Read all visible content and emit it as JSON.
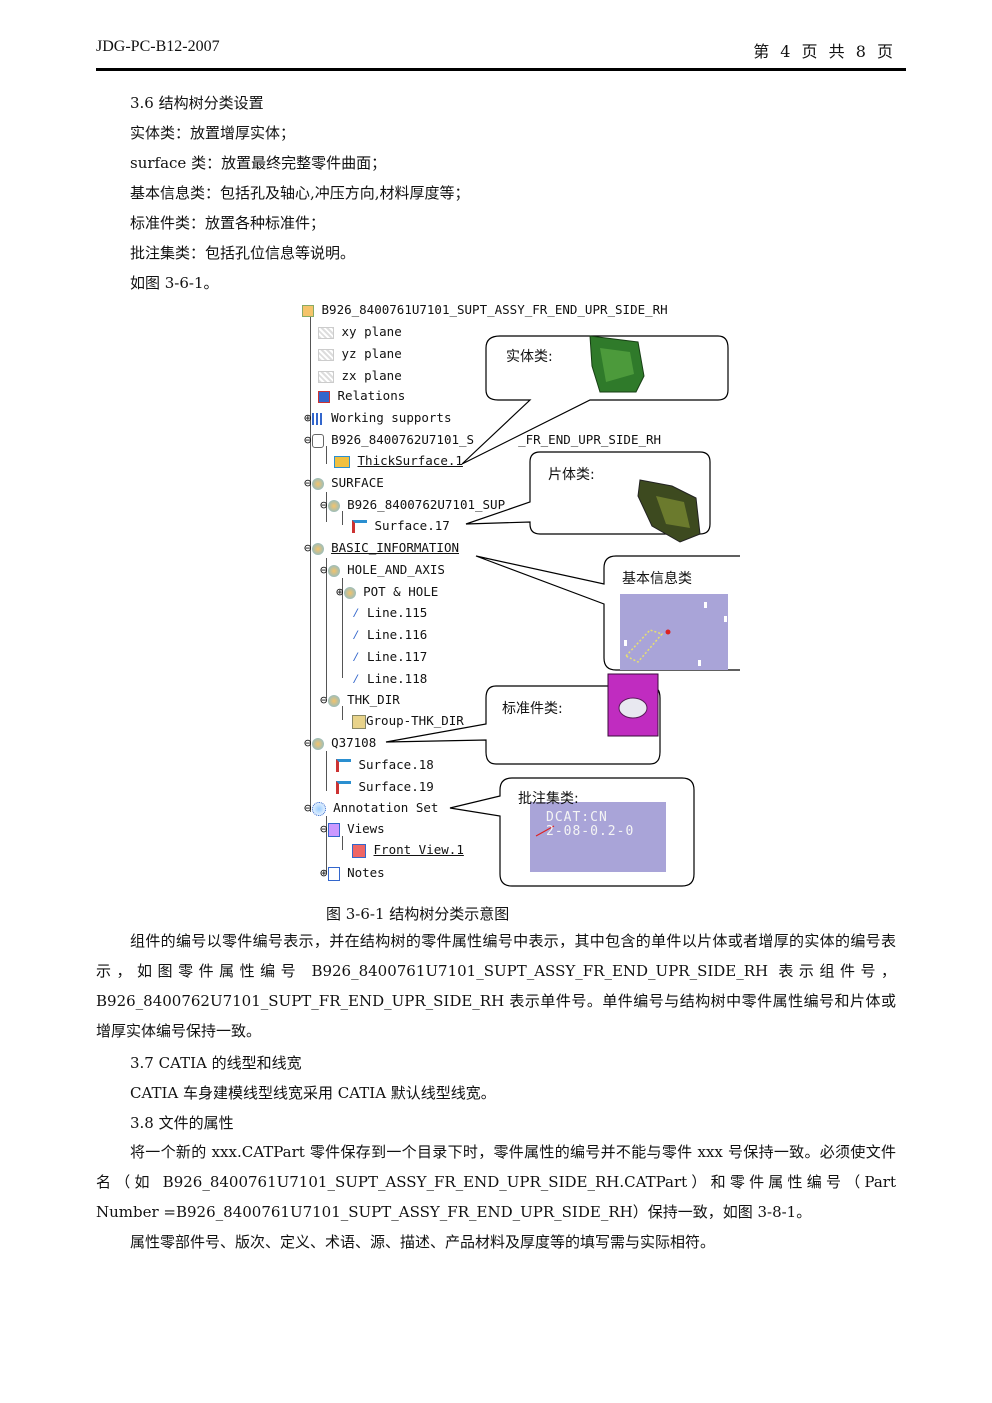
{
  "header": {
    "doc_id": "JDG-PC-B12-2007",
    "page": "第 4 页 共 8 页"
  },
  "section_36": {
    "title": "3.6 结构树分类设置",
    "items": [
      "实体类：放置增厚实体；",
      "surface 类：放置最终完整零件曲面；",
      "基本信息类：包括孔及轴心,冲压方向,材料厚度等；",
      "标准件类：放置各种标准件；",
      "批注集类：包括孔位信息等说明。",
      "如图 3-6-1。"
    ]
  },
  "figure": {
    "tree": [
      "B926_8400761U7101_SUPT_ASSY_FR_END_UPR_SIDE_RH",
      "xy plane",
      "yz plane",
      "zx plane",
      "Relations",
      "Working supports",
      "B926_8400762U7101_S",
      "_FR_END_UPR_SIDE_RH",
      "ThickSurface.1",
      "SURFACE",
      "B926_8400762U7101_SUP",
      "Surface.17",
      "BASIC_INFORMATION",
      "HOLE_AND_AXIS",
      "POT & HOLE",
      "Line.115",
      "Line.116",
      "Line.117",
      "Line.118",
      "THK_DIR",
      "Group-THK_DIR",
      "Q37108",
      "Surface.18",
      "Surface.19",
      "Annotation Set",
      "Views",
      "Front View.1",
      "Notes"
    ],
    "callouts": {
      "solid": "实体类:",
      "sheet": "片体类:",
      "basic": "基本信息类",
      "standard": "标准件类:",
      "annotation": "批注集类:"
    },
    "annotation_preview": [
      "DCAT:CN",
      "2-08-0.2-0"
    ],
    "caption": "图 3-6-1  结构树分类示意图"
  },
  "body": {
    "p1": "组件的编号以零件编号表示，并在结构树的零件属性编号中表示，其中包含的单件以片体或者增厚的实体的编号表示，如图零件属性编号 B926_8400761U7101_SUPT_ASSY_FR_END_UPR_SIDE_RH 表示组件号，B926_8400762U7101_SUPT_FR_END_UPR_SIDE_RH 表示单件号。单件编号与结构树中零件属性编号和片体或增厚实体编号保持一致。",
    "s37_title": "3.7 CATIA 的线型和线宽",
    "s37_text": "CATIA 车身建模线型线宽采用 CATIA 默认线型线宽。",
    "s38_title": "3.8 文件的属性",
    "p2": "将一个新的 xxx.CATPart 零件保存到一个目录下时，零件属性的编号并不能与零件 xxx 号保持一致。必须使文件名（如 B926_8400761U7101_SUPT_ASSY_FR_END_UPR_SIDE_RH.CATPart）和零件属性编号（Part Number =B926_8400761U7101_SUPT_ASSY_FR_END_UPR_SIDE_RH）保持一致，如图 3-8-1。",
    "p3": "属性零部件号、版次、定义、术语、源、描述、产品材料及厚度等的填写需与实际相符。"
  }
}
